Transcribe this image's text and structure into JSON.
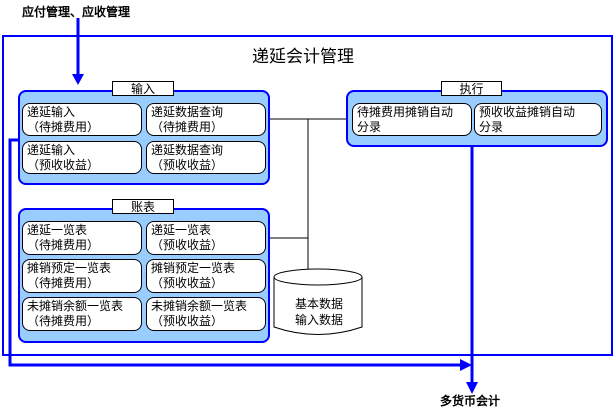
{
  "diagram": {
    "title": "递延会计管理",
    "top_input_label": "应付管理、应收管理",
    "bottom_output_label": "多货币会计",
    "colors": {
      "frame": "#0000ff",
      "panel_fill": "#99ccff",
      "arrow": "#0000ff"
    },
    "panels": {
      "input": {
        "tag": "输入",
        "items": [
          {
            "line1": "递延输入",
            "line2": "（待摊费用）"
          },
          {
            "line1": "递延数据查询",
            "line2": "（待摊费用）"
          },
          {
            "line1": "递延输入",
            "line2": "（预收收益）"
          },
          {
            "line1": "递延数据查询",
            "line2": "（预收收益）"
          }
        ]
      },
      "execute": {
        "tag": "执行",
        "items": [
          {
            "line1": "待摊费用摊销自动",
            "line2": "分录"
          },
          {
            "line1": "预收收益摊销自动",
            "line2": "分录"
          }
        ]
      },
      "reports": {
        "tag": "账表",
        "items": [
          {
            "line1": "递延一览表",
            "line2": "（待摊费用）"
          },
          {
            "line1": "递延一览表",
            "line2": "（预收收益）"
          },
          {
            "line1": "摊销预定一览表",
            "line2": "（待摊费用）"
          },
          {
            "line1": "摊销预定一览表",
            "line2": "（预收收益）"
          },
          {
            "line1": "未摊销余额一览表",
            "line2": "（待摊费用）"
          },
          {
            "line1": "未摊销余额一览表",
            "line2": "（预收收益）"
          }
        ]
      }
    },
    "database": {
      "line1": "基本数据",
      "line2": "输入数据"
    }
  }
}
